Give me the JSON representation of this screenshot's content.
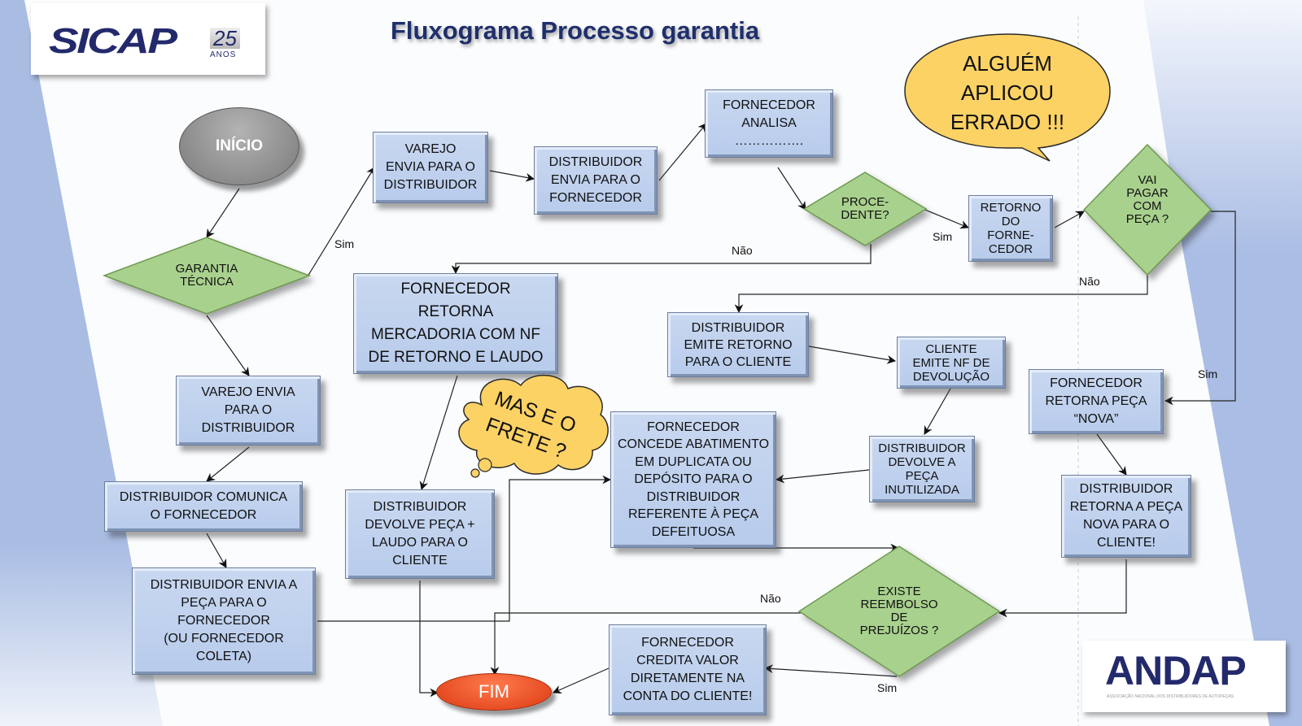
{
  "title": "Fluxograma Processo garantia",
  "logos": {
    "sicap": {
      "name": "SICAP",
      "badge": "25",
      "badge_sub": "ANOS"
    },
    "andap": {
      "name": "ANDAP",
      "tagline": "ASSOCIAÇÃO NACIONAL DOS DISTRIBUIDORES DE AUTOPEÇAS"
    }
  },
  "colors": {
    "box_fill": "#bdd0ef",
    "decision_fill": "#a9d18e",
    "start_fill": "#8c8c8c",
    "end_fill": "#e8401c",
    "callout_fill": "#fcd265",
    "title": "#1f2f6b",
    "logo_navy": "#232a6b"
  },
  "nodes": {
    "start": "INÍCIO",
    "garantia_tecnica": "GARANTIA\nTÉCNICA",
    "varejo_envia_top": "VAREJO\nENVIA PARA O\nDISTRIBUIDOR",
    "distribuidor_envia_fornecedor": "DISTRIBUIDOR\nENVIA PARA O\nFORNECEDOR",
    "fornecedor_analisa": "FORNECEDOR\nANALISA\n…………….",
    "procedente": "PROCE-\nDENTE?",
    "retorno_fornecedor": "RETORNO\nDO\nFORNE-\nCEDOR",
    "vai_pagar_com_peca": "VAI\nPAGAR\nCOM\nPEÇA ?",
    "fornecedor_retorna_mercadoria": "FORNECEDOR\nRETORNA\nMERCADORIA COM NF\nDE RETORNO E LAUDO",
    "distribuidor_emite_retorno": "DISTRIBUIDOR\nEMITE RETORNO\nPARA O CLIENTE",
    "cliente_emite_nf": "CLIENTE\nEMITE NF DE\nDEVOLUÇÃO",
    "fornecedor_retorna_peca_nova": "FORNECEDOR\nRETORNA PEÇA\n“NOVA”",
    "varejo_envia_left": "VAREJO ENVIA\nPARA O\nDISTRIBUIDOR",
    "distribuidor_comunica": "DISTRIBUIDOR COMUNICA\nO FORNECEDOR",
    "distribuidor_envia_peca": "DISTRIBUIDOR ENVIA A\nPEÇA PARA O\nFORNECEDOR\n(OU FORNECEDOR\nCOLETA)",
    "distribuidor_devolve_peca_laudo": "DISTRIBUIDOR\nDEVOLVE PEÇA +\nLAUDO PARA O\nCLIENTE",
    "fornecedor_concede_abatimento": "FORNECEDOR\nCONCEDE ABATIMENTO\nEM DUPLICATA OU\nDEPÓSITO PARA O\nDISTRIBUIDOR\nREFERENTE À PEÇA\nDEFEITUOSA",
    "distribuidor_devolve_inutilizada": "DISTRIBUIDOR\nDEVOLVE A\nPEÇA\nINUTILIZADA",
    "distribuidor_retorna_nova": "DISTRIBUIDOR\nRETORNA A PEÇA\nNOVA PARA O\nCLIENTE!",
    "existe_reembolso": "EXISTE\nREEMBOLSO\nDE\nPREJUÍZOS ?",
    "fornecedor_credita": "FORNECEDOR\nCREDITA VALOR\nDIRETAMENTE NA\nCONTA DO CLIENTE!",
    "end": "FIM"
  },
  "callouts": {
    "alguem_aplicou": "ALGUÉM\nAPLICOU\nERRADO !!!",
    "mas_e_o_frete": "MAS E O\nFRETE ?"
  },
  "edge_labels": {
    "garantia_sim": "Sim",
    "procedente_nao": "Não",
    "procedente_sim": "Sim",
    "vai_pagar_nao": "Não",
    "vai_pagar_sim": "Sim",
    "reembolso_nao": "Não",
    "reembolso_sim": "Sim"
  }
}
